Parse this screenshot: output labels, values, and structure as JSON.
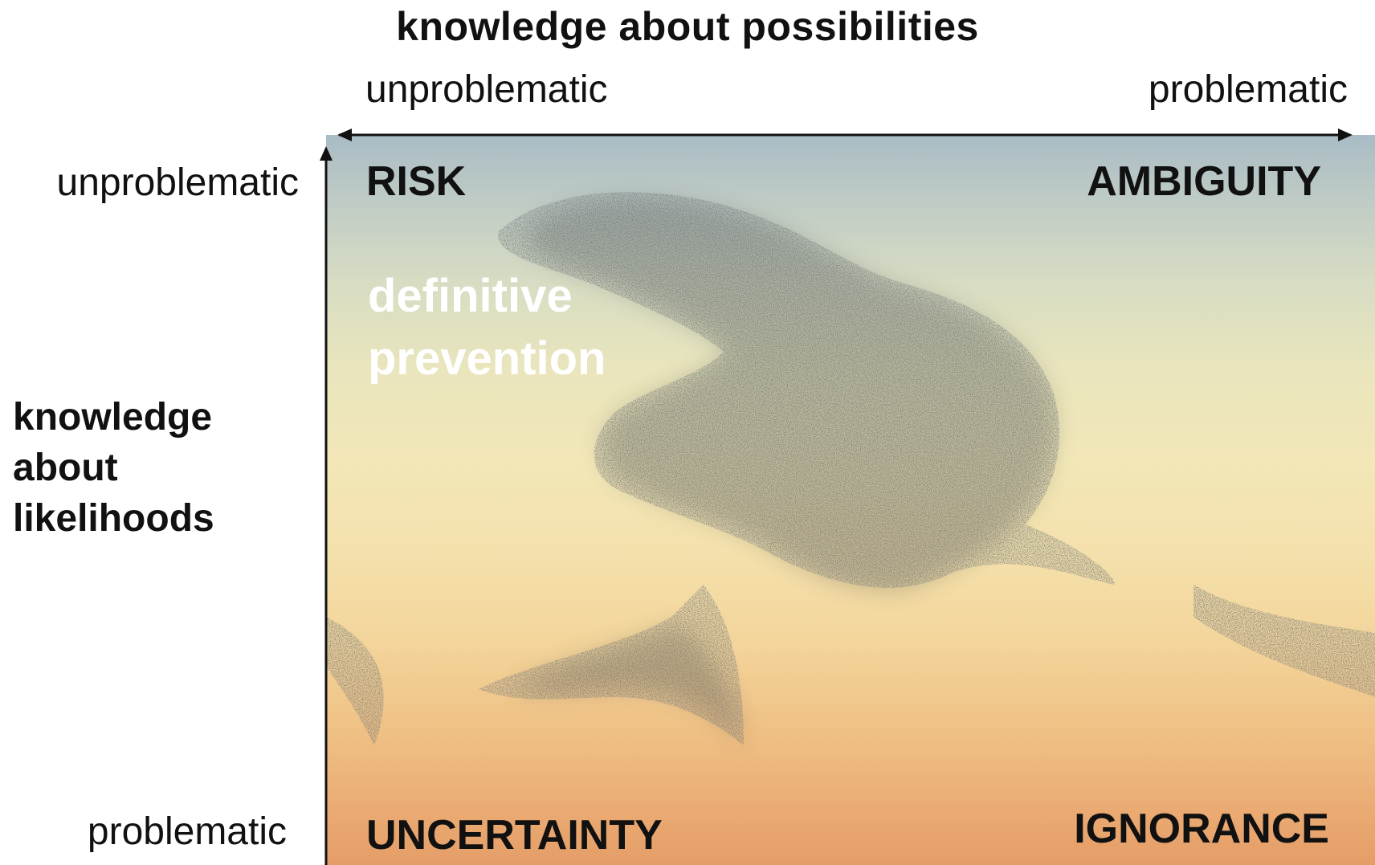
{
  "x_axis": {
    "title": "knowledge about possibilities",
    "left_label": "unproblematic",
    "right_label": "problematic"
  },
  "y_axis": {
    "title_lines": [
      "knowledge",
      "about",
      "likelihoods"
    ],
    "top_label": "unproblematic",
    "bottom_label": "problematic"
  },
  "quadrants": {
    "top_left": "RISK",
    "top_right": "AMBIGUITY",
    "bottom_left": "UNCERTAINTY",
    "bottom_right": "IGNORANCE"
  },
  "highlight": {
    "lines": [
      "definitive",
      "prevention"
    ]
  },
  "background_image": "murmuration-of-starlings-photo",
  "colors": {
    "axis": "#111111",
    "sky_top": "#a9bcc5",
    "sky_bottom": "#e59d68",
    "flock": "#2a2e30",
    "highlight_text": "#ffffff"
  }
}
